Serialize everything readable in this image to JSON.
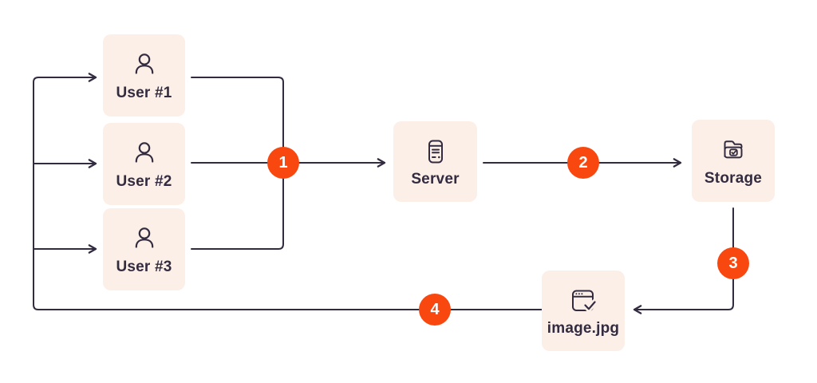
{
  "diagram": {
    "colors": {
      "background": "#ffffff",
      "box_fill": "#fcefe7",
      "line": "#332c41",
      "accent": "#f8470f",
      "badge_number_text": "#ffffff"
    },
    "nodes": [
      {
        "id": "user-1",
        "label": "User #1",
        "icon": "user-icon"
      },
      {
        "id": "user-2",
        "label": "User #2",
        "icon": "user-icon"
      },
      {
        "id": "user-3",
        "label": "User #3",
        "icon": "user-icon"
      },
      {
        "id": "server",
        "label": "Server",
        "icon": "server-icon"
      },
      {
        "id": "storage",
        "label": "Storage",
        "icon": "folder-check-icon"
      },
      {
        "id": "image-file",
        "label": "image.jpg",
        "icon": "window-check-icon"
      }
    ],
    "steps": [
      {
        "number": "1"
      },
      {
        "number": "2"
      },
      {
        "number": "3"
      },
      {
        "number": "4"
      }
    ],
    "edges": [
      {
        "from": "user-1/user-2/user-3",
        "to": "server",
        "step": "1"
      },
      {
        "from": "server",
        "to": "storage",
        "step": "2"
      },
      {
        "from": "storage",
        "to": "image-file",
        "step": "3"
      },
      {
        "from": "image-file",
        "to": "user-1/user-2/user-3",
        "step": "4"
      }
    ]
  }
}
